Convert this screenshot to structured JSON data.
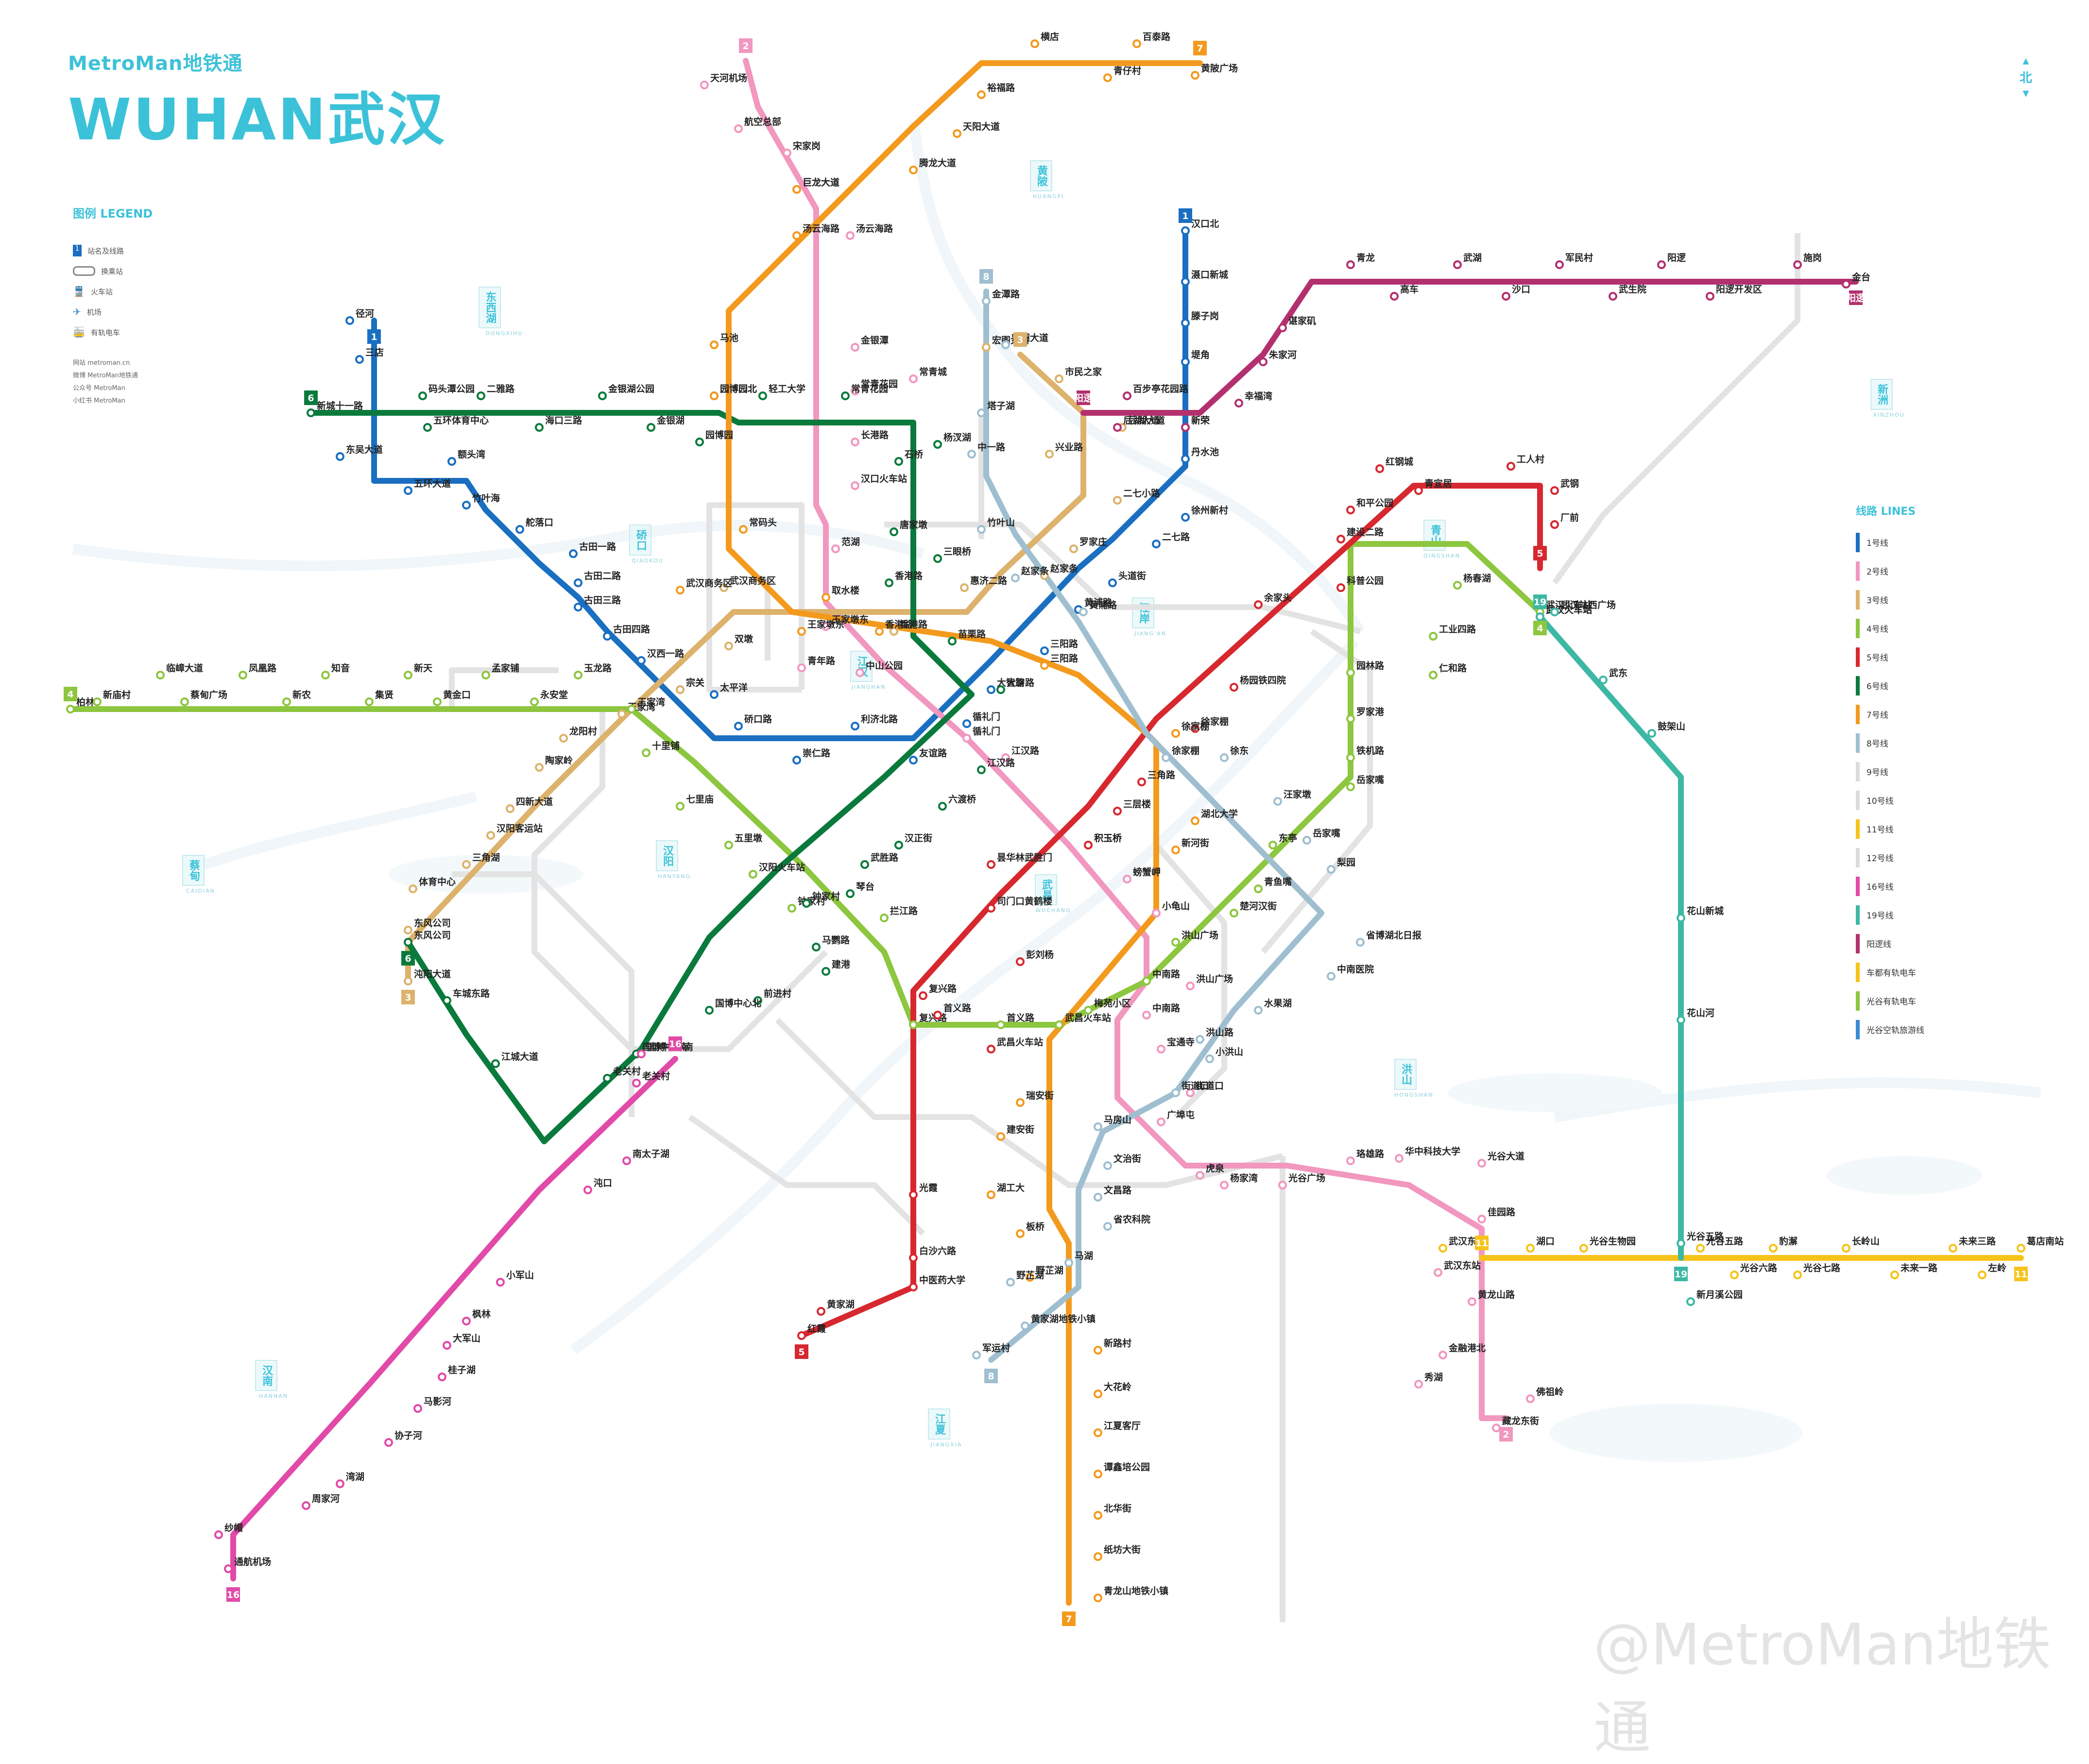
{
  "brand": {
    "subtitle": "MetroMan地铁通",
    "title": "WUHAN武汉"
  },
  "legend": {
    "heading": "图例 LEGEND",
    "items": [
      {
        "label": "站名及线路",
        "icon": "line-number-icon"
      },
      {
        "label": "换乘站",
        "icon": "interchange-icon"
      },
      {
        "label": "火车站",
        "icon": "train-station-icon"
      },
      {
        "label": "机场",
        "icon": "airport-icon"
      },
      {
        "label": "有轨电车",
        "icon": "tram-icon"
      }
    ],
    "links": [
      "网站 metroman.cn",
      "微博 MetroMan地铁通",
      "公众号 MetroMan",
      "小红书 MetroMan"
    ]
  },
  "compass": {
    "label": "北"
  },
  "watermark": "@MetroMan地铁通",
  "lines_legend": {
    "heading": "线路 LINES",
    "items": [
      {
        "label": "1号线",
        "color": "#1a6fc1"
      },
      {
        "label": "2号线",
        "color": "#f197c0"
      },
      {
        "label": "3号线",
        "color": "#ddb26c"
      },
      {
        "label": "4号线",
        "color": "#8dc63f"
      },
      {
        "label": "5号线",
        "color": "#d7282f"
      },
      {
        "label": "6号线",
        "color": "#0a7a3c"
      },
      {
        "label": "7号线",
        "color": "#f39a1e"
      },
      {
        "label": "8号线",
        "color": "#9fbfd0"
      },
      {
        "label": "9号线",
        "color": "#dcdcdc"
      },
      {
        "label": "10号线",
        "color": "#dcdcdc"
      },
      {
        "label": "11号线",
        "color": "#f6c31a"
      },
      {
        "label": "12号线",
        "color": "#dcdcdc"
      },
      {
        "label": "16号线",
        "color": "#e14aa8"
      },
      {
        "label": "19号线",
        "color": "#3cb8a4"
      },
      {
        "label": "阳逻线",
        "color": "#b3306f"
      },
      {
        "label": "车都有轨电车",
        "color": "#f6c31a"
      },
      {
        "label": "光谷有轨电车",
        "color": "#8dc63f"
      },
      {
        "label": "光谷空轨旅游线",
        "color": "#3a8ad6"
      }
    ]
  },
  "districts": [
    {
      "name": "东西湖",
      "en": "DONGXIHU"
    },
    {
      "name": "黄陂",
      "en": "HUANGPI"
    },
    {
      "name": "新洲",
      "en": "XINZHOU"
    },
    {
      "name": "硚口",
      "en": "QIAOKOU"
    },
    {
      "name": "江岸",
      "en": "JIANG'AN"
    },
    {
      "name": "青山",
      "en": "QINGSHAN"
    },
    {
      "name": "江汉",
      "en": "JIANGHAN"
    },
    {
      "name": "汉阳",
      "en": "HANYANG"
    },
    {
      "name": "蔡甸",
      "en": "CAIDIAN"
    },
    {
      "name": "武昌",
      "en": "WUCHANG"
    },
    {
      "name": "洪山",
      "en": "HONGSHAN"
    },
    {
      "name": "汉南",
      "en": "HANNAN"
    },
    {
      "name": "江夏",
      "en": "JIANGXIA"
    }
  ],
  "lines": [
    {
      "id": "1",
      "color": "#1a6fc1",
      "stations": [
        "汉口北",
        "滠口新城",
        "滕子岗",
        "堤角",
        "新荣",
        "丹水池",
        "徐州新村",
        "二七路",
        "头道街",
        "黄浦路",
        "三阳路",
        "大智路",
        "循礼门",
        "友谊路",
        "利济北路",
        "崇仁路",
        "硚口路",
        "太平洋",
        "宗关",
        "汉西一路",
        "古田四路",
        "古田三路",
        "古田二路",
        "古田一路",
        "舵落口",
        "竹叶海",
        "额头湾",
        "五环大道",
        "东吴大道",
        "三店",
        "径河"
      ]
    },
    {
      "id": "2",
      "color": "#f197c0",
      "stations": [
        "天河机场",
        "航空总部",
        "宋家岗",
        "巨龙大道",
        "汤云海路",
        "常青城",
        "金银潭",
        "常青花园",
        "长港路",
        "汉口火车站",
        "范湖",
        "王家墩东",
        "青年路",
        "中山公园",
        "循礼门",
        "江汉路",
        "积玉桥",
        "螃蟹岬",
        "小龟山",
        "洪山广场",
        "中南路",
        "宝通寺",
        "街道口",
        "广埠屯",
        "虎泉",
        "杨家湾",
        "光谷广场",
        "珞雄路",
        "华中科技大学",
        "光谷大道",
        "佳园路",
        "武汉东站",
        "黄龙山路",
        "金融港北",
        "秀湖",
        "藏龙东街",
        "佛祖岭"
      ]
    },
    {
      "id": "3",
      "color": "#ddb26c",
      "stations": [
        "宏图大道",
        "市民之家",
        "后湖大道",
        "兴业路",
        "二七小路",
        "罗家庄",
        "赵家条",
        "惠济二路",
        "香港路",
        "武汉商务区",
        "双墩",
        "宗关",
        "王家湾",
        "龙阳村",
        "陶家岭",
        "四新大道",
        "汉阳客运站",
        "三角湖",
        "体育中心",
        "东风公司",
        "沌阳大道"
      ]
    },
    {
      "id": "4",
      "color": "#8dc63f",
      "stations": [
        "柏林",
        "新庙村",
        "临嶂大道",
        "蔡甸广场",
        "凤凰路",
        "新农",
        "知音",
        "集贤",
        "新天",
        "黄金口",
        "孟家铺",
        "永安堂",
        "玉龙路",
        "王家湾",
        "十里铺",
        "七里庙",
        "五里墩",
        "汉阳火车站",
        "钟家村",
        "拦江路",
        "复兴路",
        "首义路",
        "武昌火车站",
        "梅苑小区",
        "中南路",
        "洪山广场",
        "楚河汉街",
        "青鱼嘴",
        "东亭",
        "岳家嘴",
        "铁机路",
        "罗家港",
        "园林路",
        "仁和路",
        "工业四路",
        "杨春湖",
        "武汉火车站"
      ]
    },
    {
      "id": "5",
      "color": "#d7282f",
      "stations": [
        "武汉火车站",
        "厂前",
        "武钢",
        "青宜居",
        "工人村",
        "红钢城",
        "和平公园",
        "建设二路",
        "科普公园",
        "余家头",
        "杨园铁四院",
        "徐家棚",
        "三角路",
        "三层楼",
        "积玉桥",
        "彭刘杨",
        "司门口黄鹤楼",
        "昙华林武胜门",
        "复兴路",
        "首义路",
        "武昌火车站",
        "光霞",
        "白沙六路",
        "中医药大学",
        "黄家湖",
        "红霞"
      ]
    },
    {
      "id": "6",
      "color": "#0a7a3c",
      "stations": [
        "新城十一路",
        "码头潭公园",
        "五环体育中心",
        "二雅路",
        "海口三路",
        "金银湖公园",
        "金银湖",
        "园博园北",
        "园博园",
        "轻工大学",
        "常青花园",
        "杨汊湖",
        "石桥",
        "唐家墩",
        "三眼桥",
        "香港路",
        "苗栗路",
        "大智路",
        "江汉路",
        "六渡桥",
        "汉正街",
        "武胜路",
        "琴台",
        "钟家村",
        "马鹦路",
        "建港",
        "前进村",
        "国博中心北",
        "国博中心南",
        "老关村",
        "江城大道",
        "车城东路",
        "东风公司"
      ]
    },
    {
      "id": "7",
      "color": "#f39a1e",
      "stations": [
        "横店",
        "百泰路",
        "黄陂广场",
        "青仔村",
        "裕福路",
        "天阳大道",
        "腾龙大道",
        "巨龙大道",
        "汤云海路",
        "马池",
        "园博园北",
        "常码头",
        "武汉商务区",
        "王家墩东",
        "取水楼",
        "香港路",
        "三阳路",
        "徐家棚",
        "湖北大学",
        "新河街",
        "瑞安街",
        "建安街",
        "湖工大",
        "板桥",
        "野芷湖",
        "新路村",
        "大花岭",
        "江夏客厅",
        "谭鑫培公园",
        "北华街",
        "纸坊大街",
        "青龙山地铁小镇"
      ]
    },
    {
      "id": "8",
      "color": "#9fbfd0",
      "stations": [
        "金潭路",
        "宏图大道",
        "塔子湖",
        "中一路",
        "竹叶山",
        "赵家条",
        "黄浦路",
        "徐家棚",
        "徐东",
        "汪家墩",
        "岳家嘴",
        "梨园",
        "省博湖北日报",
        "中南医院",
        "水果湖",
        "洪山路",
        "小洪山",
        "街道口",
        "马房山",
        "文治街",
        "文昌路",
        "省农科院",
        "马湖",
        "野芷湖",
        "黄家湖地铁小镇",
        "军运村"
      ]
    },
    {
      "id": "11",
      "color": "#f6c31a",
      "stations": [
        "武汉东站",
        "湖口",
        "光谷生物园",
        "光谷五路",
        "光谷六路",
        "豹澥",
        "光谷七路",
        "长岭山",
        "未来一路",
        "未来三路",
        "左岭",
        "葛店南站"
      ]
    },
    {
      "id": "16",
      "color": "#e14aa8",
      "stations": [
        "国博中心南",
        "老关村",
        "南太子湖",
        "沌口",
        "小军山",
        "枫林",
        "大军山",
        "桂子湖",
        "马影河",
        "协子河",
        "湾湖",
        "周家河",
        "纱帽",
        "通航机场"
      ]
    },
    {
      "id": "19",
      "color": "#3cb8a4",
      "stations": [
        "武汉火车站",
        "武汉站西广场",
        "武东",
        "鼓架山",
        "花山新城",
        "花山河",
        "光谷五路",
        "新月溪公园"
      ]
    },
    {
      "id": "阳逻",
      "color": "#b3306f",
      "stations": [
        "后湖大道",
        "百步亭花园路",
        "新荣",
        "幸福湾",
        "朱家河",
        "谌家矶",
        "青龙",
        "高车",
        "武湖",
        "沙口",
        "军民村",
        "武生院",
        "阳逻",
        "阳逻开发区",
        "施岗",
        "金台"
      ]
    }
  ]
}
